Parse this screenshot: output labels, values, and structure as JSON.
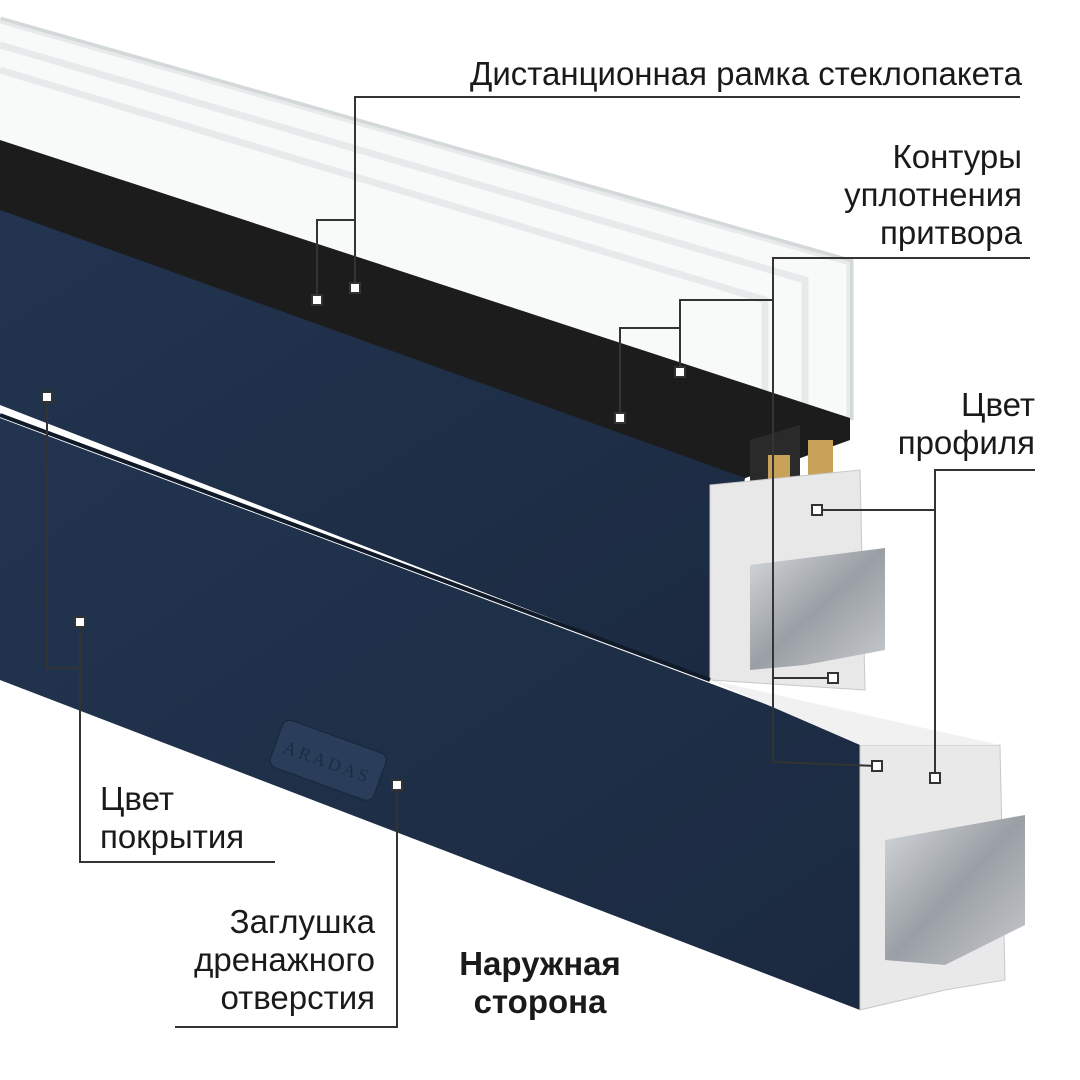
{
  "callouts": {
    "spacer_frame": "Дистанционная рамка стеклопакета",
    "seal_contours": [
      "Контуры",
      "уплотнения",
      "притвора"
    ],
    "profile_color": [
      "Цвет",
      "профиля"
    ],
    "coating_color": [
      "Цвет",
      "покрытия"
    ],
    "drain_cap": [
      "Заглушка",
      "дренажного",
      "отверстия"
    ]
  },
  "side_label": [
    "Наружная",
    "сторона"
  ],
  "brand_logo": "ARADAS",
  "colors": {
    "profile_blue": "#1f3047",
    "line": "#333333",
    "pvc": "#e6e6e6",
    "steel": "#a9adb2"
  }
}
